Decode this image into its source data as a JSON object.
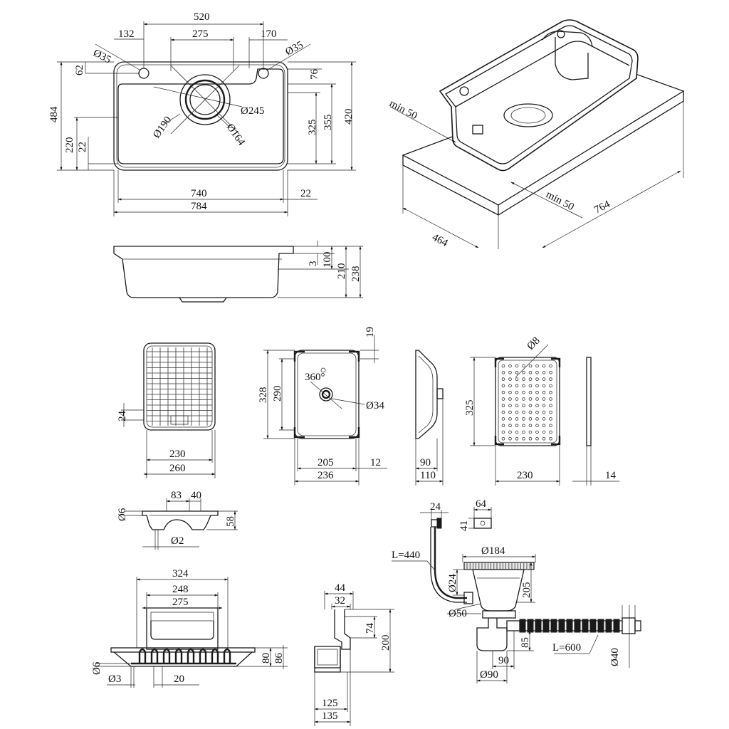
{
  "plan_view": {
    "w_520": "520",
    "w_132": "132",
    "w_275": "275",
    "w_170": "170",
    "d35_left": "Ø35",
    "d35_right": "Ø35",
    "h_62": "62",
    "h_484": "484",
    "h_220": "220",
    "h_22_left": "22",
    "h_76": "76",
    "h_325": "325",
    "h_355": "355",
    "h_420": "420",
    "d245": "Ø245",
    "d190": "Ø190",
    "d164": "Ø164",
    "w_740": "740",
    "w_22_right": "22",
    "w_784": "784"
  },
  "iso_view": {
    "min50_top": "min 50",
    "min50_bottom": "min 50",
    "d464": "464",
    "d764": "764"
  },
  "side_view": {
    "h_3": "3",
    "h_100": "100",
    "h_210": "210",
    "h_238": "238"
  },
  "grid_rack": {
    "h_24": "24",
    "w_230": "230",
    "w_260": "260"
  },
  "colander": {
    "h_19": "19",
    "a360": "360°",
    "h_328": "328",
    "h_290": "290",
    "d34": "Ø34",
    "w_205": "205",
    "w_12": "12",
    "w_236": "236"
  },
  "colander_side": {
    "w_90": "90",
    "w_110": "110"
  },
  "board": {
    "d8": "Ø8",
    "h_325": "325",
    "w_230": "230",
    "w_14": "14"
  },
  "tray_profile": {
    "w_83": "83",
    "w_40": "40",
    "h_6": "Ø6",
    "h_58": "58",
    "d2": "Ø2"
  },
  "dish_rack": {
    "w_324": "324",
    "w_248": "248",
    "w_275": "275",
    "h_80": "80",
    "h_86": "86",
    "h_6": "Ø6",
    "d3": "Ø3",
    "w_20": "20"
  },
  "rack_bracket": {
    "w_44": "44",
    "w_32": "32",
    "h_74": "74",
    "h_200": "200",
    "w_125": "125",
    "w_135": "135"
  },
  "drain_kit": {
    "w_24": "24",
    "w_64": "64",
    "h_41": "41",
    "d184": "Ø184",
    "l440": "L=440",
    "d24": "Ø24",
    "h_205": "205",
    "d50": "Ø50",
    "h_85": "85",
    "w_90": "90",
    "d90": "Ø90",
    "l600": "L=600",
    "d40": "Ø40"
  }
}
